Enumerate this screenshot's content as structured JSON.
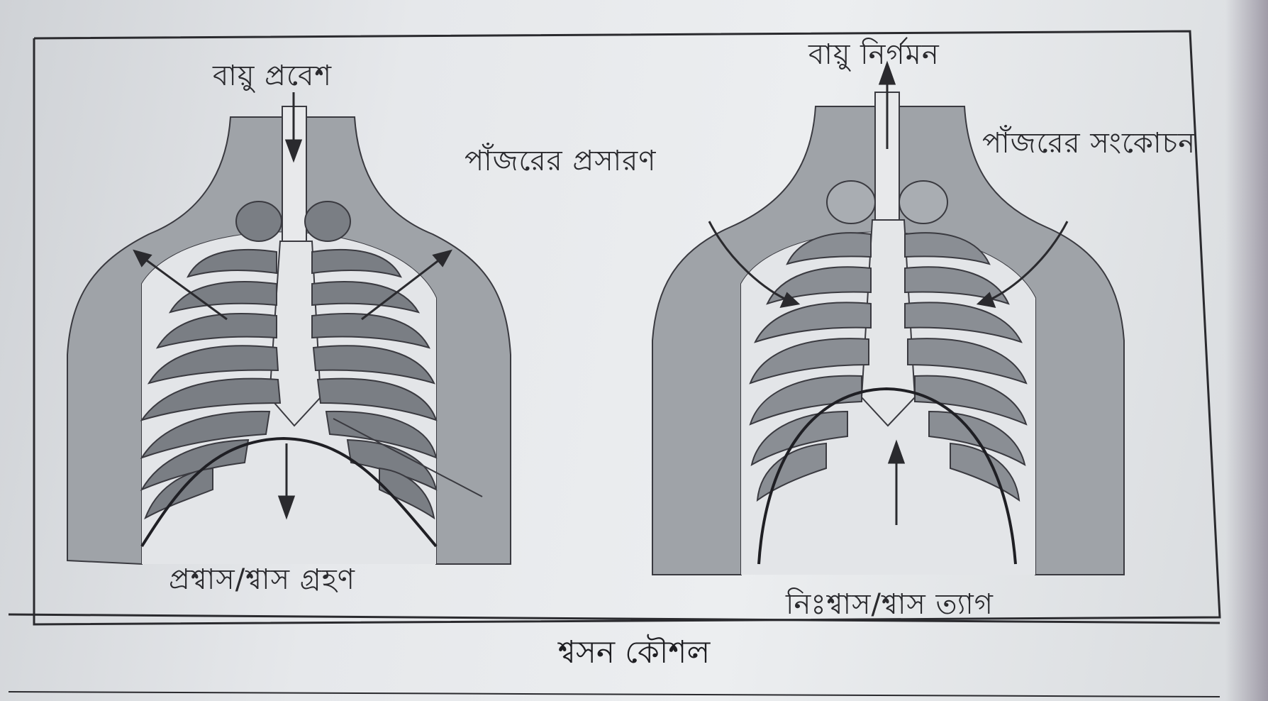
{
  "labels": {
    "air_in": "বায়ু প্রবেশ",
    "rib_expansion": "পাঁজরের প্রসারণ",
    "inhalation": "প্রশ্বাস/শ্বাস গ্রহণ",
    "air_out": "বায়ু নির্গমন",
    "rib_contraction": "পাঁজরের সংকোচন",
    "exhalation": "নিঃশ্বাস/শ্বাস ত্যাগ"
  },
  "caption": "শ্বসন কৌশল",
  "colors": {
    "ink": "#2a2a2e",
    "body_fill": "#9fa3a8",
    "rib_fill": "#7a7e84",
    "bone": "#e4e6e8"
  }
}
